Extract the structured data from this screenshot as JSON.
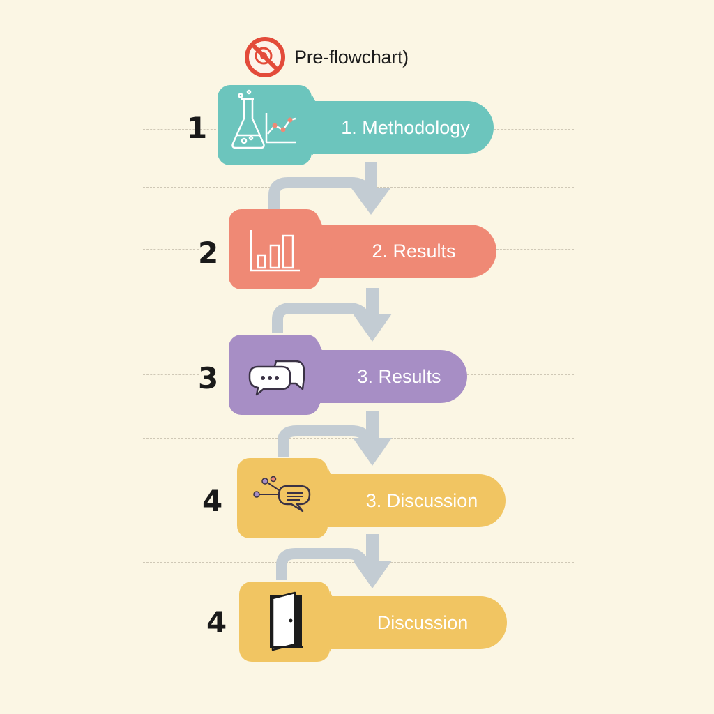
{
  "header": {
    "title": "Pre-flowchart)",
    "icon": "no-sign-icon"
  },
  "colors": {
    "background": "#fbf6e4",
    "arrow": "#c3ccd3",
    "step1": "#6cc5bd",
    "step2": "#ef8975",
    "step3": "#a78ec5",
    "step4": "#f1c562",
    "step5": "#f1c562"
  },
  "steps": [
    {
      "number": "1",
      "label": "1. Methodology",
      "icon": "flask-chart-icon"
    },
    {
      "number": "2",
      "label": "2. Results",
      "icon": "bar-chart-icon"
    },
    {
      "number": "3",
      "label": "3. Results",
      "icon": "chat-bubbles-icon"
    },
    {
      "number": "4",
      "label": "3. Discussion",
      "icon": "network-speech-icon"
    },
    {
      "number": "4",
      "label": "Discussion",
      "icon": "door-icon"
    }
  ]
}
